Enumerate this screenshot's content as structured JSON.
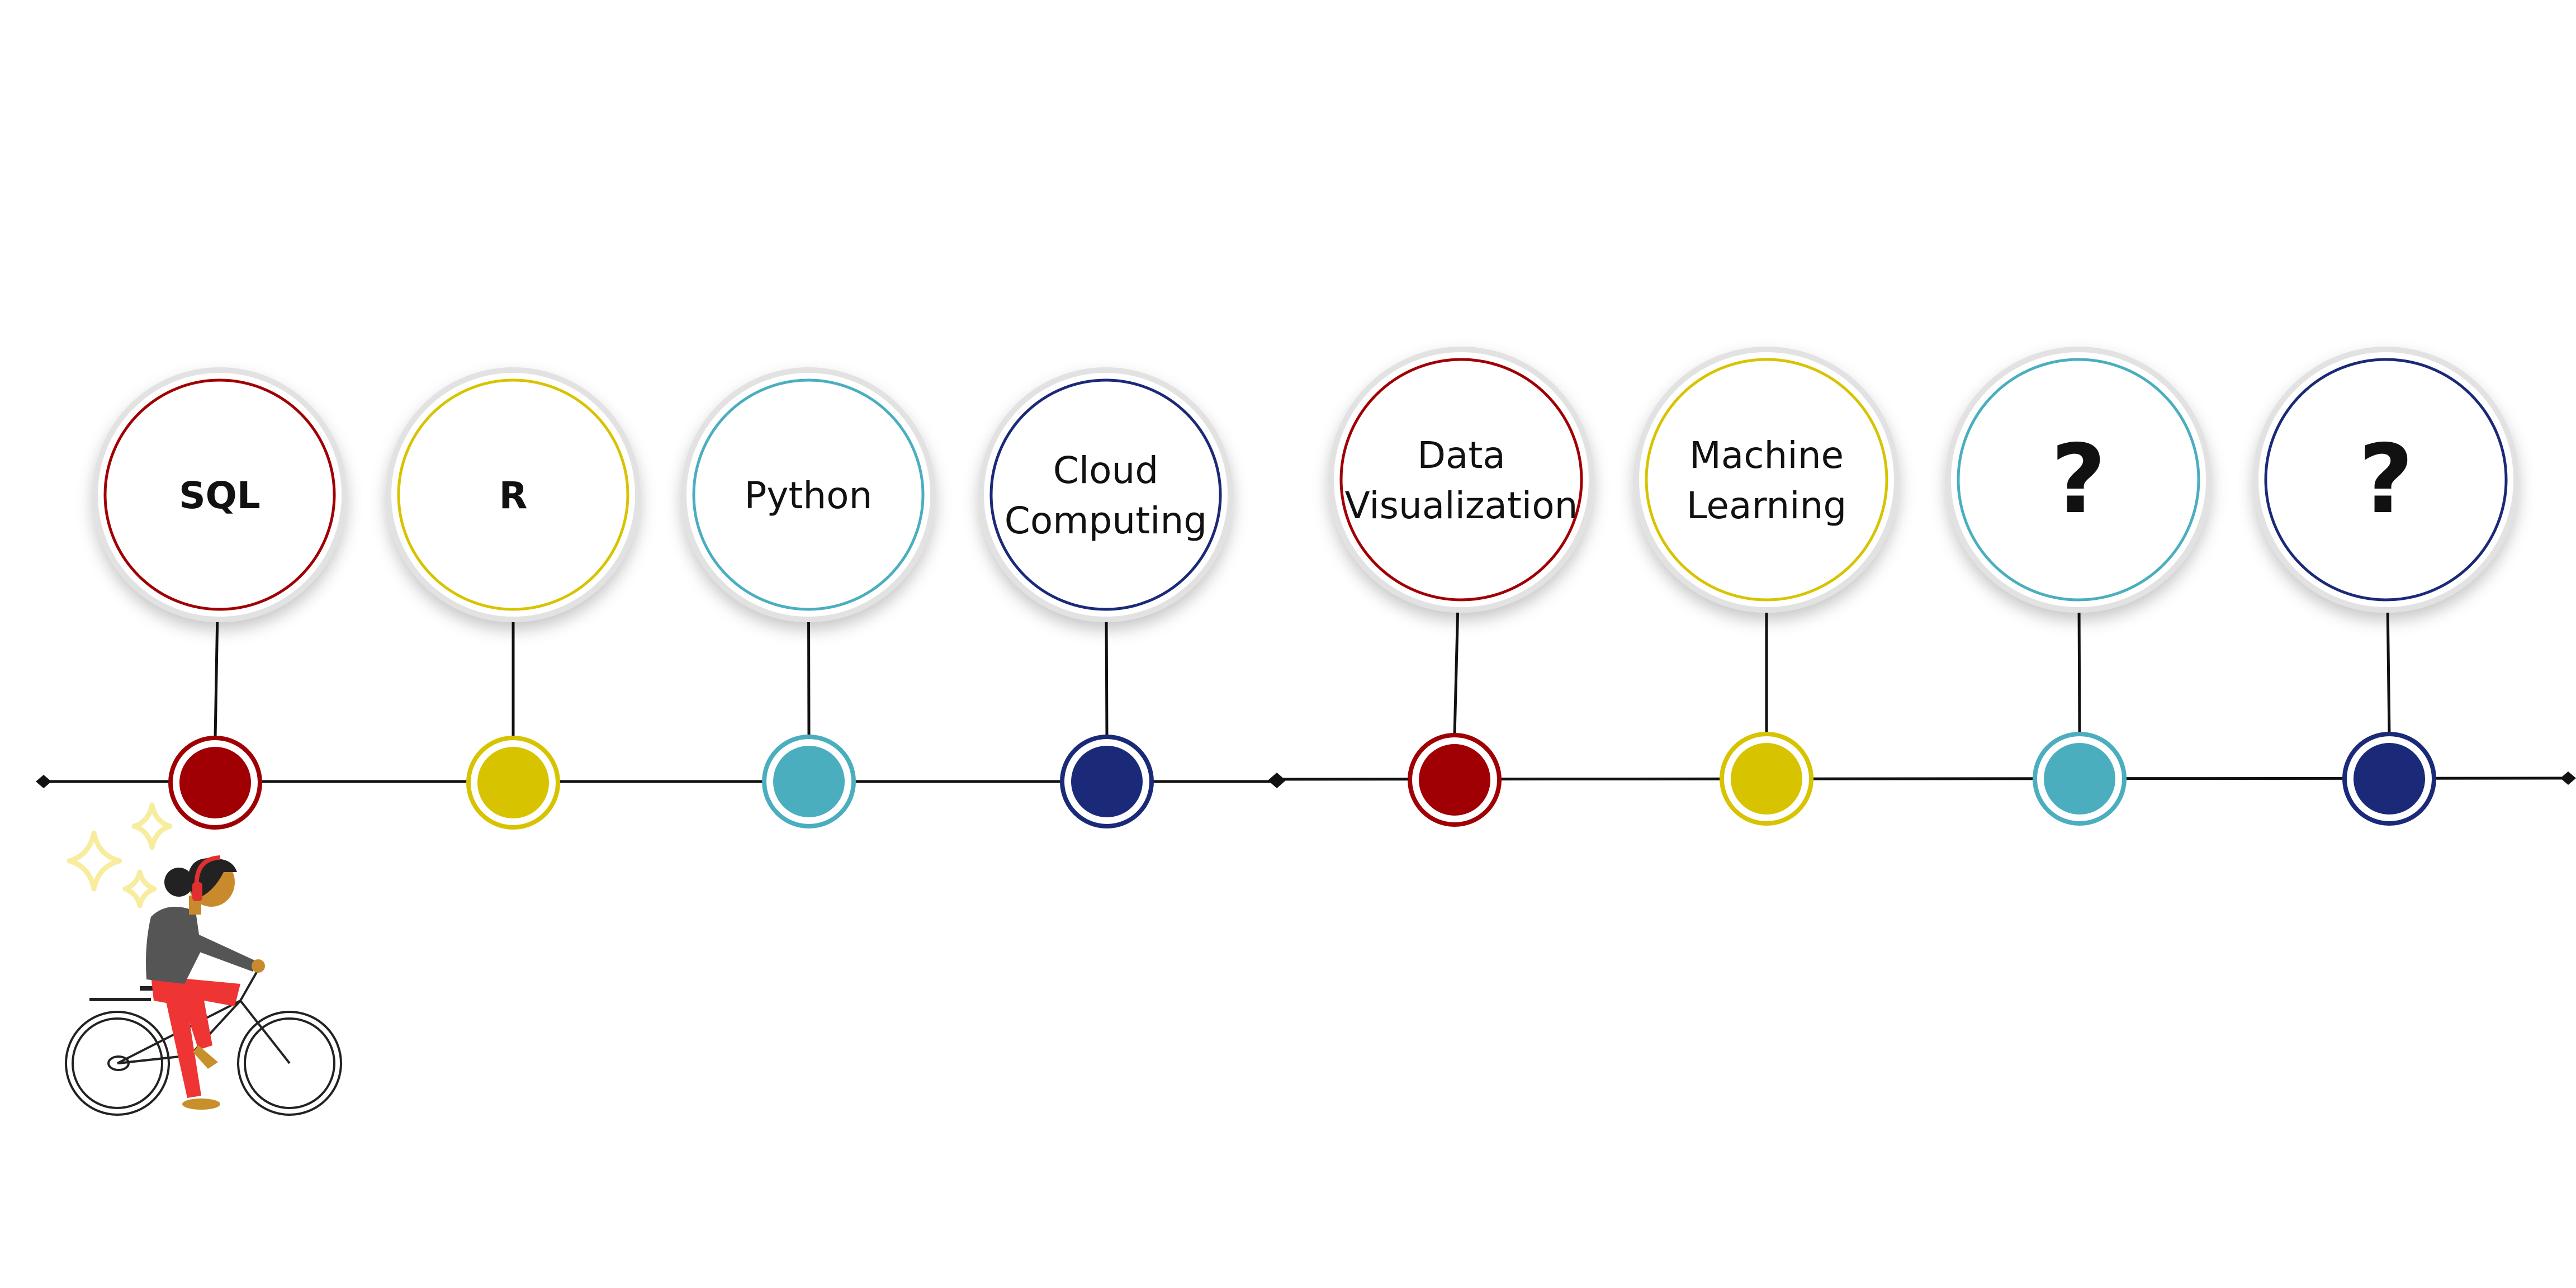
{
  "timeline": {
    "milestones": [
      {
        "label_lines": [
          "SQL"
        ],
        "color": "#a00004",
        "bold": true
      },
      {
        "label_lines": [
          "R"
        ],
        "color": "#d8c300",
        "bold": true
      },
      {
        "label_lines": [
          "Python"
        ],
        "color": "#4aaebf",
        "bold": false
      },
      {
        "label_lines": [
          "Cloud",
          "Computing"
        ],
        "color": "#1a2a78",
        "bold": false
      },
      {
        "label_lines": [
          "Data",
          "Visualization"
        ],
        "color": "#a00004",
        "bold": false
      },
      {
        "label_lines": [
          "Machine",
          "Learning"
        ],
        "color": "#d8c300",
        "bold": false
      },
      {
        "label_lines": [
          "?"
        ],
        "color": "#4aaebf",
        "bold": true
      },
      {
        "label_lines": [
          "?"
        ],
        "color": "#1a2a78",
        "bold": true
      }
    ]
  },
  "illustration": {
    "name": "cyclist-illustration",
    "colors": {
      "pants": "#ef3434",
      "shirt": "#555555",
      "hair": "#222222",
      "skin": "#c98a2e",
      "headphones": "#e03030",
      "sparkle": "#fbf3b0"
    }
  }
}
